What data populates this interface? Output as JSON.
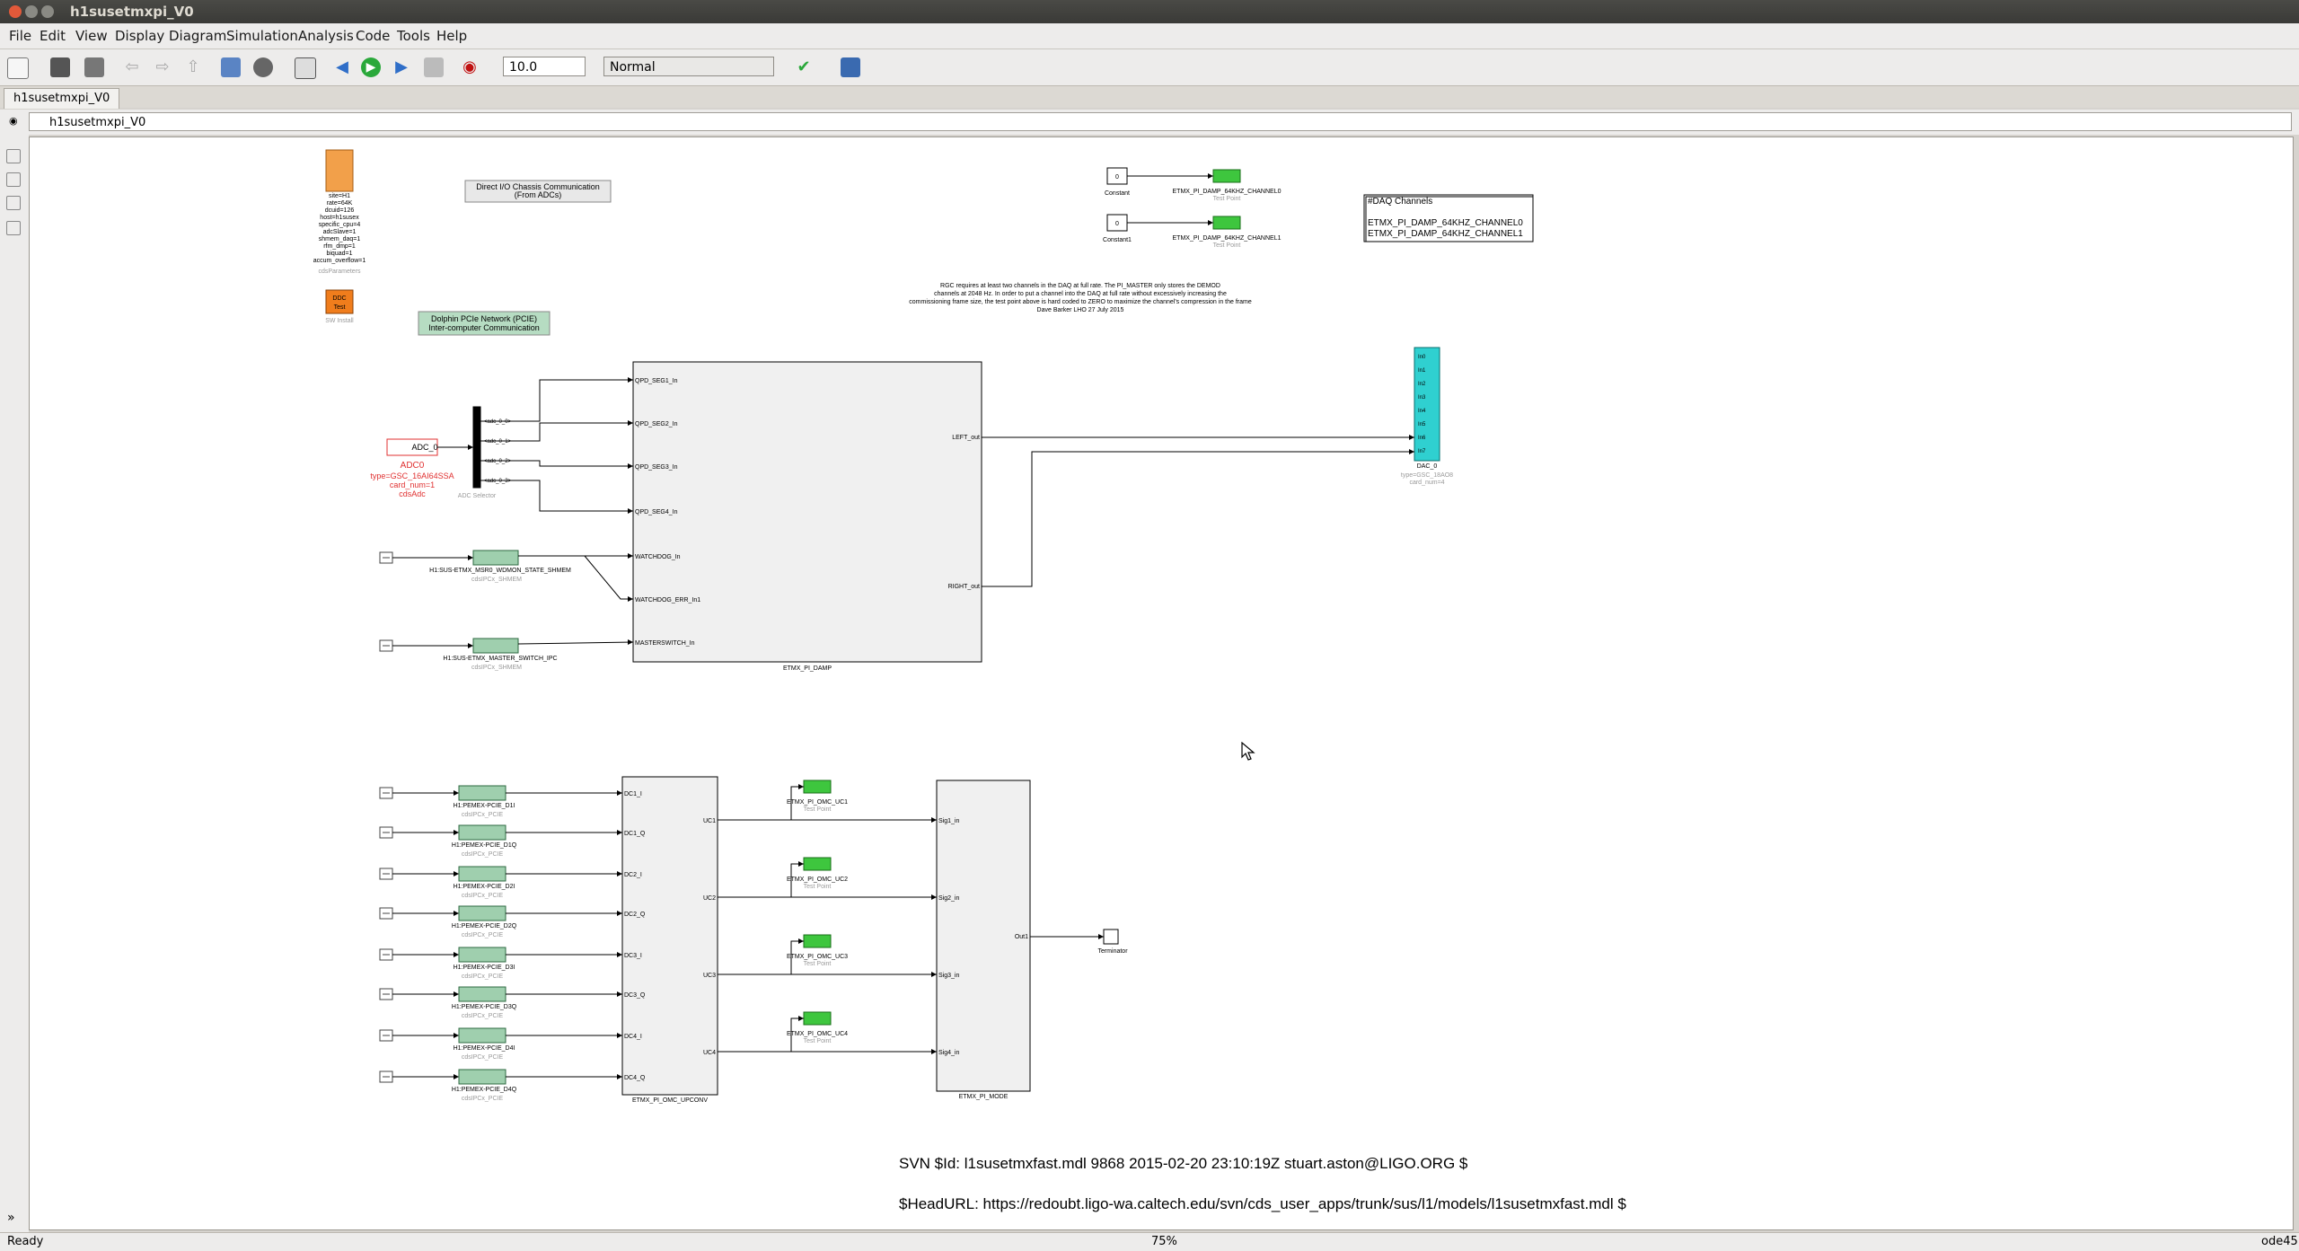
{
  "window": {
    "title": "h1susetmxpi_V0"
  },
  "menu": [
    "File",
    "Edit",
    "View",
    "Display",
    "Diagram",
    "Simulation",
    "Analysis",
    "Code",
    "Tools",
    "Help"
  ],
  "toolbar": {
    "stop_time": "10.0",
    "sim_mode": "Normal"
  },
  "tab": {
    "label": "h1susetmxpi_V0"
  },
  "address": {
    "path": "h1susetmxpi_V0"
  },
  "status": {
    "left": "Ready",
    "zoom": "75%",
    "solver": "ode45"
  },
  "colors": {
    "testpoint": "#3ec63e",
    "dac": "#2fd0d0",
    "adc": "#e03030",
    "params": "#f2a04a",
    "dcu": "#f07d1c",
    "shmem": "#9fcfae"
  },
  "blocks": {
    "params_lines": [
      "site=H1",
      "rate=64K",
      "dcuid=126",
      "host=h1susex",
      "specific_cpu=4",
      "adcSlave=1",
      "shmem_daq=1",
      "rfm_dmp=1",
      "biquad=1",
      "accum_overflow=1"
    ],
    "params_sub": "cdsParameters",
    "dcu_label": "DDC Test",
    "dcu_sub": "SW Install",
    "io_note": "Direct I/O Chassis Communication\n(From ADCs)",
    "dolphin_note": "Dolphin PCIe Network (PCIE)\nInter-computer Communication",
    "rcg_note": "RGC requires at least two channels in the DAQ at full rate. The PI_MASTER only stores the DEMOD\nchannels at 2048 Hz. In order to put a channel into the DAQ at full rate without excessively increasing the\ncommissioning frame size, the test point above is hard coded to ZERO to maximize the channel's compression in the frame\nDave Barker LHO 27 July 2015",
    "daq_box": "#DAQ Channels\n\nETMX_PI_DAMP_64KHZ_CHANNEL0\nETMX_PI_DAMP_64KHZ_CHANNEL1",
    "constants": [
      {
        "val": "0",
        "label": "Constant"
      },
      {
        "val": "0",
        "label": "Constant1"
      }
    ],
    "tp_top": [
      "ETMX_PI_DAMP_64KHZ_CHANNEL0",
      "ETMX_PI_DAMP_64KHZ_CHANNEL1"
    ],
    "tp_sub": "Test Point",
    "adc_name": "ADC_0",
    "adc_label": "ADC0",
    "adc_desc": [
      "type=GSC_16AI64SSA",
      "card_num=1",
      "cdsAdc"
    ],
    "adc_sel_ports": [
      "<adc_0_0>",
      "<adc_0_1>",
      "<adc_0_2>",
      "<adc_0_3>"
    ],
    "adc_sel_label": "ADC Selector",
    "shm_blocks": [
      {
        "label": "H1:SUS-ETMX_MSR0_WDMON_STATE_SHMEM",
        "sub": "cdsIPCx_SHMEM"
      },
      {
        "label": "H1:SUS-ETMX_MASTER_SWITCH_IPC",
        "sub": "cdsIPCx_SHMEM"
      }
    ],
    "damp_in": [
      "QPD_SEG1_In",
      "QPD_SEG2_In",
      "QPD_SEG3_In",
      "QPD_SEG4_In",
      "WATCHDOG_In",
      "WATCHDOG_ERR_In1",
      "MASTERSWITCH_In"
    ],
    "damp_out": [
      "LEFT_out",
      "RIGHT_out"
    ],
    "damp_label": "ETMX_PI_DAMP",
    "dac_ports": [
      "In0",
      "In1",
      "In2",
      "In3",
      "In4",
      "In5",
      "In6",
      "In7"
    ],
    "dac_label": "DAC_0",
    "dac_desc": [
      "type=GSC_18AO8",
      "card_num=4"
    ],
    "pcie": [
      {
        "label": "H1:PEMEX-PCIE_D1I",
        "sub": "cdsIPCx_PCIE"
      },
      {
        "label": "H1:PEMEX-PCIE_D1Q",
        "sub": "cdsIPCx_PCIE"
      },
      {
        "label": "H1:PEMEX-PCIE_D2I",
        "sub": "cdsIPCx_PCIE"
      },
      {
        "label": "H1:PEMEX-PCIE_D2Q",
        "sub": "cdsIPCx_PCIE"
      },
      {
        "label": "H1:PEMEX-PCIE_D3I",
        "sub": "cdsIPCx_PCIE"
      },
      {
        "label": "H1:PEMEX-PCIE_D3Q",
        "sub": "cdsIPCx_PCIE"
      },
      {
        "label": "H1:PEMEX-PCIE_D4I",
        "sub": "cdsIPCx_PCIE"
      },
      {
        "label": "H1:PEMEX-PCIE_D4Q",
        "sub": "cdsIPCx_PCIE"
      }
    ],
    "upconv_in": [
      "DC1_I",
      "DC1_Q",
      "DC2_I",
      "DC2_Q",
      "DC3_I",
      "DC3_Q",
      "DC4_I",
      "DC4_Q"
    ],
    "upconv_out": [
      "UC1",
      "UC2",
      "UC3",
      "UC4"
    ],
    "upconv_label": "ETMX_PI_OMC_UPCONV",
    "tp_uc": [
      "ETMX_PI_OMC_UC1",
      "ETMX_PI_OMC_UC2",
      "ETMX_PI_OMC_UC3",
      "ETMX_PI_OMC_UC4"
    ],
    "mode_in": [
      "Sig1_in",
      "Sig2_in",
      "Sig3_in",
      "Sig4_in"
    ],
    "mode_out": "Out1",
    "mode_label": "ETMX_PI_MODE",
    "terminator": "Terminator",
    "svn_id": "SVN $Id: l1susetmxfast.mdl 9868 2015-02-20 23:10:19Z stuart.aston@LIGO.ORG $",
    "svn_url": "$HeadURL: https://redoubt.ligo-wa.caltech.edu/svn/cds_user_apps/trunk/sus/l1/models/l1susetmxfast.mdl $"
  }
}
